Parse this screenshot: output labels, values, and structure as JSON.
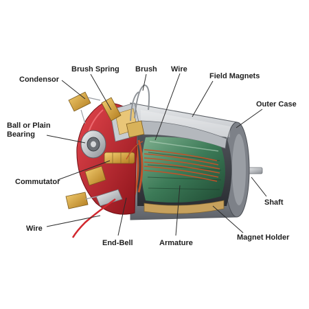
{
  "labels": {
    "condensor": "Condensor",
    "brush_spring": "Brush Spring",
    "brush": "Brush",
    "wire_top": "Wire",
    "field_magnets": "Field Magnets",
    "outer_case": "Outer Case",
    "bearing_line1": "Ball or Plain",
    "bearing_line2": "Bearing",
    "commutator": "Commutator",
    "shaft": "Shaft",
    "wire_bottom": "Wire",
    "end_bell": "End-Bell",
    "armature": "Armature",
    "magnet_holder": "Magnet Holder"
  },
  "colors": {
    "background": "#ffffff",
    "case_grey": "#9a9ea4",
    "armature_green": "#2f6e4e",
    "winding_copper": "#c0522a",
    "end_bell_red": "#c4262e",
    "brush_brass": "#d9a43a",
    "condensor_yellow": "#e7c24a",
    "label_text": "#1e1e1e"
  }
}
